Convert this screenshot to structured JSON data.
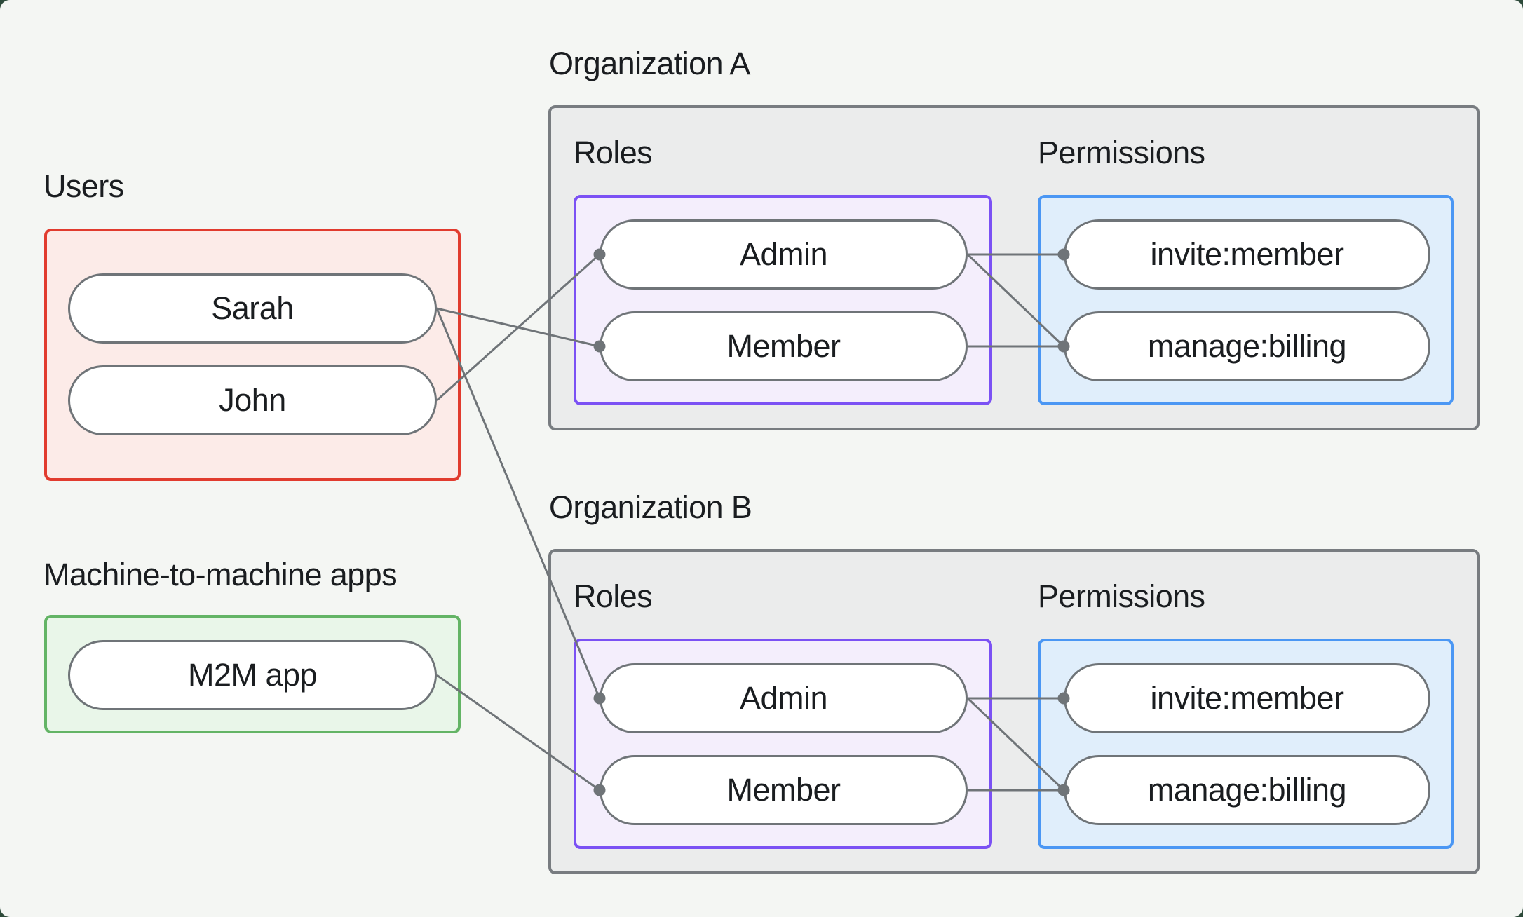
{
  "groups": {
    "users": {
      "label": "Users",
      "items": [
        {
          "id": "sarah",
          "label": "Sarah"
        },
        {
          "id": "john",
          "label": "John"
        }
      ]
    },
    "m2m": {
      "label": "Machine-to-machine apps",
      "items": [
        {
          "id": "m2m",
          "label": "M2M app"
        }
      ]
    },
    "orgA": {
      "label": "Organization A",
      "roles_label": "Roles",
      "permissions_label": "Permissions",
      "roles": [
        {
          "id": "orgA-admin",
          "label": "Admin"
        },
        {
          "id": "orgA-member",
          "label": "Member"
        }
      ],
      "permissions": [
        {
          "id": "orgA-invite",
          "label": "invite:member"
        },
        {
          "id": "orgA-manage",
          "label": "manage:billing"
        }
      ]
    },
    "orgB": {
      "label": "Organization B",
      "roles_label": "Roles",
      "permissions_label": "Permissions",
      "roles": [
        {
          "id": "orgB-admin",
          "label": "Admin"
        },
        {
          "id": "orgB-member",
          "label": "Member"
        }
      ],
      "permissions": [
        {
          "id": "orgB-invite",
          "label": "invite:member"
        },
        {
          "id": "orgB-manage",
          "label": "manage:billing"
        }
      ]
    }
  },
  "connections": [
    {
      "from": "sarah",
      "to": "orgA-member"
    },
    {
      "from": "john",
      "to": "orgA-admin"
    },
    {
      "from": "sarah",
      "to": "orgB-admin"
    },
    {
      "from": "m2m",
      "to": "orgB-member"
    },
    {
      "from": "orgA-admin",
      "to": "orgA-invite"
    },
    {
      "from": "orgA-admin",
      "to": "orgA-manage"
    },
    {
      "from": "orgA-member",
      "to": "orgA-manage"
    },
    {
      "from": "orgB-admin",
      "to": "orgB-invite"
    },
    {
      "from": "orgB-admin",
      "to": "orgB-manage"
    },
    {
      "from": "orgB-member",
      "to": "orgB-manage"
    }
  ],
  "colors": {
    "canvas_bg": "#f4f6f3",
    "outer_bg": "#2d4a3a",
    "text": "#1a1d20",
    "line": "#6f7478",
    "pill_border": "#6f7478",
    "pill_bg": "#ffffff",
    "org_bg": "#ebecec",
    "org_border": "#787c80",
    "users_border": "#e13b2e",
    "users_bg": "#fcebe8",
    "m2m_border": "#63b465",
    "m2m_bg": "#e9f6e9",
    "roles_border": "#7b51f4",
    "roles_bg": "#f4eefc",
    "permissions_border": "#4b97f4",
    "permissions_bg": "#e0eefb"
  }
}
